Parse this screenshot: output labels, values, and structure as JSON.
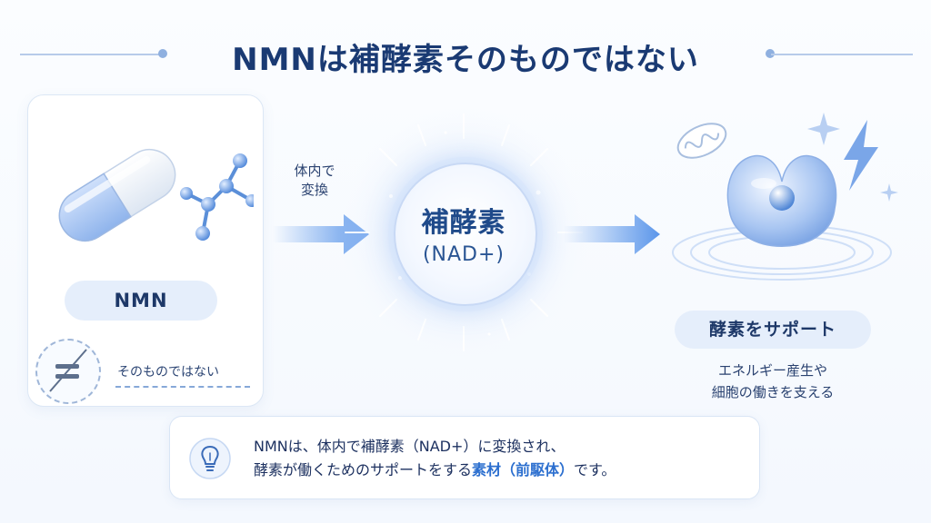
{
  "title": "NMNは補酵素そのものではない",
  "left": {
    "label": "NMN",
    "not_text": "そのものではない",
    "neq_icon": "not-equal-icon"
  },
  "conversion": {
    "line1": "体内で",
    "line2": "変換"
  },
  "center": {
    "main": "補酵素",
    "sub": "(NAD+)"
  },
  "right": {
    "label": "酵素をサポート",
    "desc_line1": "エネルギー産生や",
    "desc_line2": "細胞の働きを支える"
  },
  "note": {
    "icon": "lightbulb-icon",
    "line1": "NMNは、体内で補酵素（NAD+）に変換され、",
    "line2_a": "酵素が働くためのサポートをする",
    "line2_highlight": "素材（前駆体）",
    "line2_b": "です。"
  },
  "colors": {
    "title": "#1a3a73",
    "accent_blue": "#2c6fcf",
    "arrow_blue": "#5b96ea",
    "pill_bg": "#e5eefb"
  }
}
